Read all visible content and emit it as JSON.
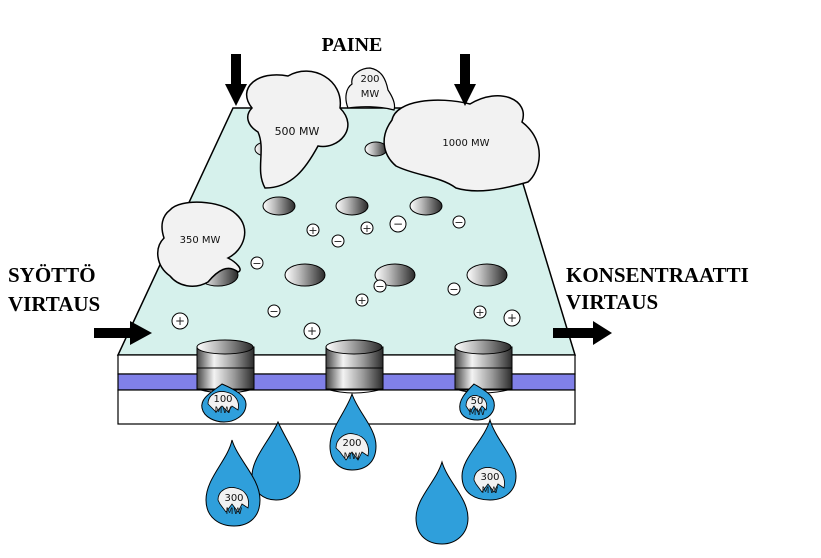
{
  "labels": {
    "pressure": "PAINE",
    "feed_line1": "SYÖTTÖ",
    "feed_line2": "VIRTAUS",
    "concentrate_line1": "KONSENTRAATTI",
    "concentrate_line2": "VIRTAUS"
  },
  "molecules": {
    "m200_top": "200",
    "m200_bottom": "MW",
    "m500": "500 MW",
    "m1000": "1000 MW",
    "m350": "350 MW"
  },
  "drops": {
    "d100_top": "100",
    "d100_bottom": "MW",
    "d50_top": "50",
    "d50_bottom": "MW",
    "d200_top": "200",
    "d200_bottom": "MW",
    "d300a_top": "300",
    "d300a_bottom": "MW",
    "d300b_top": "300",
    "d300b_bottom": "MW"
  },
  "ions": {
    "plus": "+",
    "minus": "−"
  },
  "colors": {
    "membrane_surface": "#d6f1ec",
    "membrane_stripe": "#8080e8",
    "water_drop": "#2f9fdb",
    "molecule_cloud": "#f2f2f2"
  }
}
